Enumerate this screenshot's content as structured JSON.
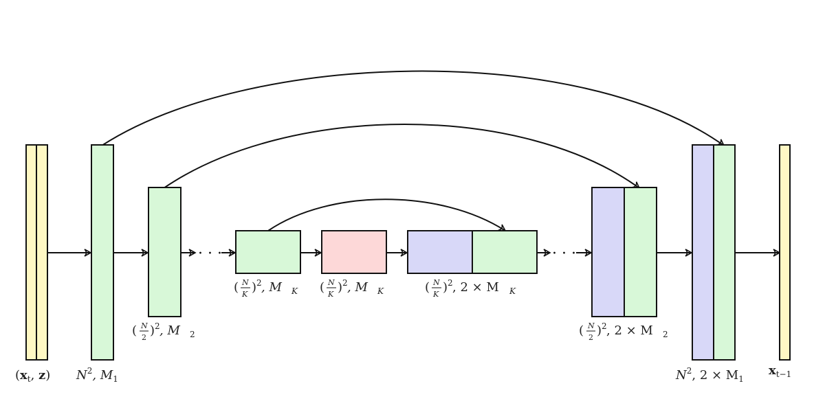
{
  "colors": {
    "input": "#fff8c4",
    "encoder": "#d8f8d8",
    "bottleneck": "#fdd8d8",
    "skip": "#d8d8f8",
    "stroke": "#111111"
  },
  "ellipsis": "· · ·",
  "labels": {
    "input": {
      "open": "(",
      "x": "x",
      "x_sub": "t",
      "comma": ", ",
      "z": "z",
      "close": ")"
    },
    "enc1": {
      "main": "N",
      "sup": "2",
      "rest": ", M",
      "sub": "1"
    },
    "enc2": {
      "open": "(",
      "num": "N",
      "den": "2",
      "close": ")",
      "sup": "2",
      "rest": ", M",
      "sub": "2"
    },
    "encK": {
      "open": "(",
      "num": "N",
      "den": "K",
      "close": ")",
      "sup": "2",
      "rest": ", M",
      "sub": "K"
    },
    "mid": {
      "open": "(",
      "num": "N",
      "den": "K",
      "close": ")",
      "sup": "2",
      "rest": ", M",
      "sub": "K"
    },
    "decK": {
      "open": "(",
      "num": "N",
      "den": "K",
      "close": ")",
      "sup": "2",
      "rest": ", 2 × M",
      "sub": "K"
    },
    "dec2": {
      "open": "(",
      "num": "N",
      "den": "2",
      "close": ")",
      "sup": "2",
      "rest": ", 2 × M",
      "sub": "2"
    },
    "dec1": {
      "main": "N",
      "sup": "2",
      "rest": ", 2 × M",
      "sub": "1"
    },
    "output": {
      "x": "x",
      "x_sub": "t−1"
    }
  }
}
